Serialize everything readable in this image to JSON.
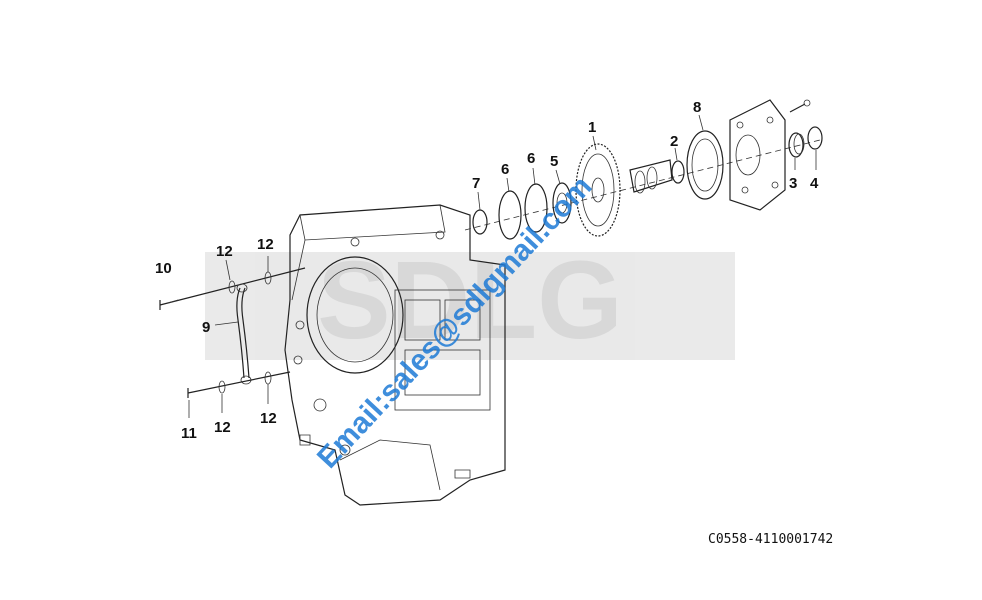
{
  "drawing_code": "C0558-4110001742",
  "watermark_logo": "SDLG",
  "watermark_email": "Email:sales@sdlgmail.com",
  "callouts": [
    {
      "id": "c1",
      "label": "1"
    },
    {
      "id": "c2",
      "label": "2"
    },
    {
      "id": "c3",
      "label": "3"
    },
    {
      "id": "c4",
      "label": "4"
    },
    {
      "id": "c5",
      "label": "5"
    },
    {
      "id": "c6a",
      "label": "6"
    },
    {
      "id": "c6b",
      "label": "6"
    },
    {
      "id": "c7",
      "label": "7"
    },
    {
      "id": "c8",
      "label": "8"
    },
    {
      "id": "c9",
      "label": "9"
    },
    {
      "id": "c10",
      "label": "10"
    },
    {
      "id": "c11",
      "label": "11"
    },
    {
      "id": "c12a",
      "label": "12"
    },
    {
      "id": "c12b",
      "label": "12"
    },
    {
      "id": "c12c",
      "label": "12"
    },
    {
      "id": "c12d",
      "label": "12"
    }
  ]
}
